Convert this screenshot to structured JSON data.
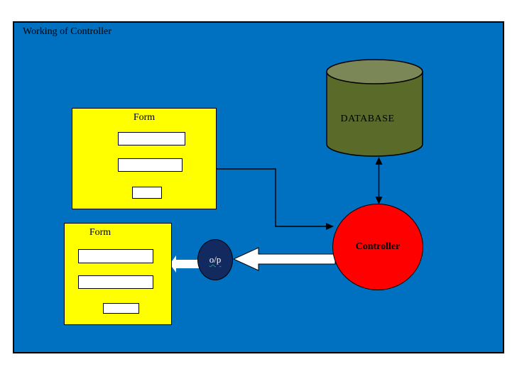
{
  "title": "Working of Controller",
  "nodes": {
    "database": {
      "label": "DATABASE"
    },
    "controller": {
      "label": "Controller"
    },
    "output": {
      "label": "o/p"
    },
    "form_top": {
      "label": "Form"
    },
    "form_bottom": {
      "label": "Form"
    }
  },
  "colors": {
    "canvas_blue": "#0070C0",
    "form_yellow": "#FFFF00",
    "controller_red": "#FF0000",
    "output_navy": "#122A60",
    "db_body_olive": "#5A6A28",
    "db_top_olive": "#7C8757",
    "field_white": "#FFFFFF",
    "arrow_white": "#FFFFFF",
    "line_black": "#000000",
    "squiggle_green": "#00B050"
  }
}
